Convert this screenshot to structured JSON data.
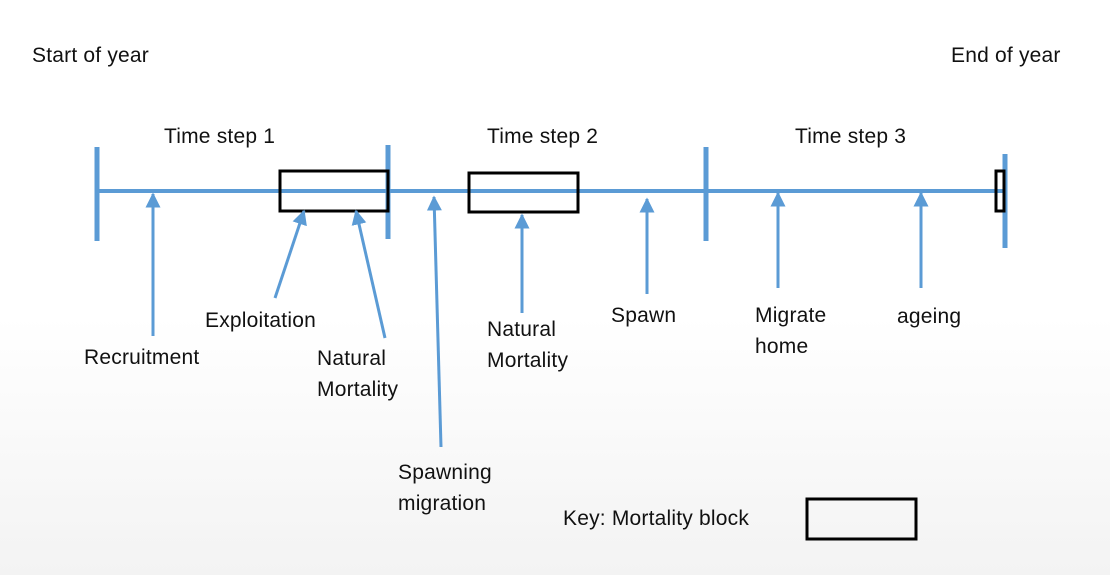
{
  "title_start": "Start of year",
  "title_end": "End of year",
  "time_steps": [
    "Time step 1",
    "Time step 2",
    "Time step 3"
  ],
  "events": {
    "recruitment": "Recruitment",
    "exploitation": "Exploitation",
    "natural_mortality_1": "Natural\nMortality",
    "spawning_migration": "Spawning\nmigration",
    "natural_mortality_2": "Natural\nMortality",
    "spawn": "Spawn",
    "migrate_home": "Migrate\nhome",
    "ageing": "ageing"
  },
  "key_label": "Key: Mortality block",
  "colors": {
    "timeline": "#5b9bd5",
    "block": "#000000",
    "text": "#111111"
  }
}
